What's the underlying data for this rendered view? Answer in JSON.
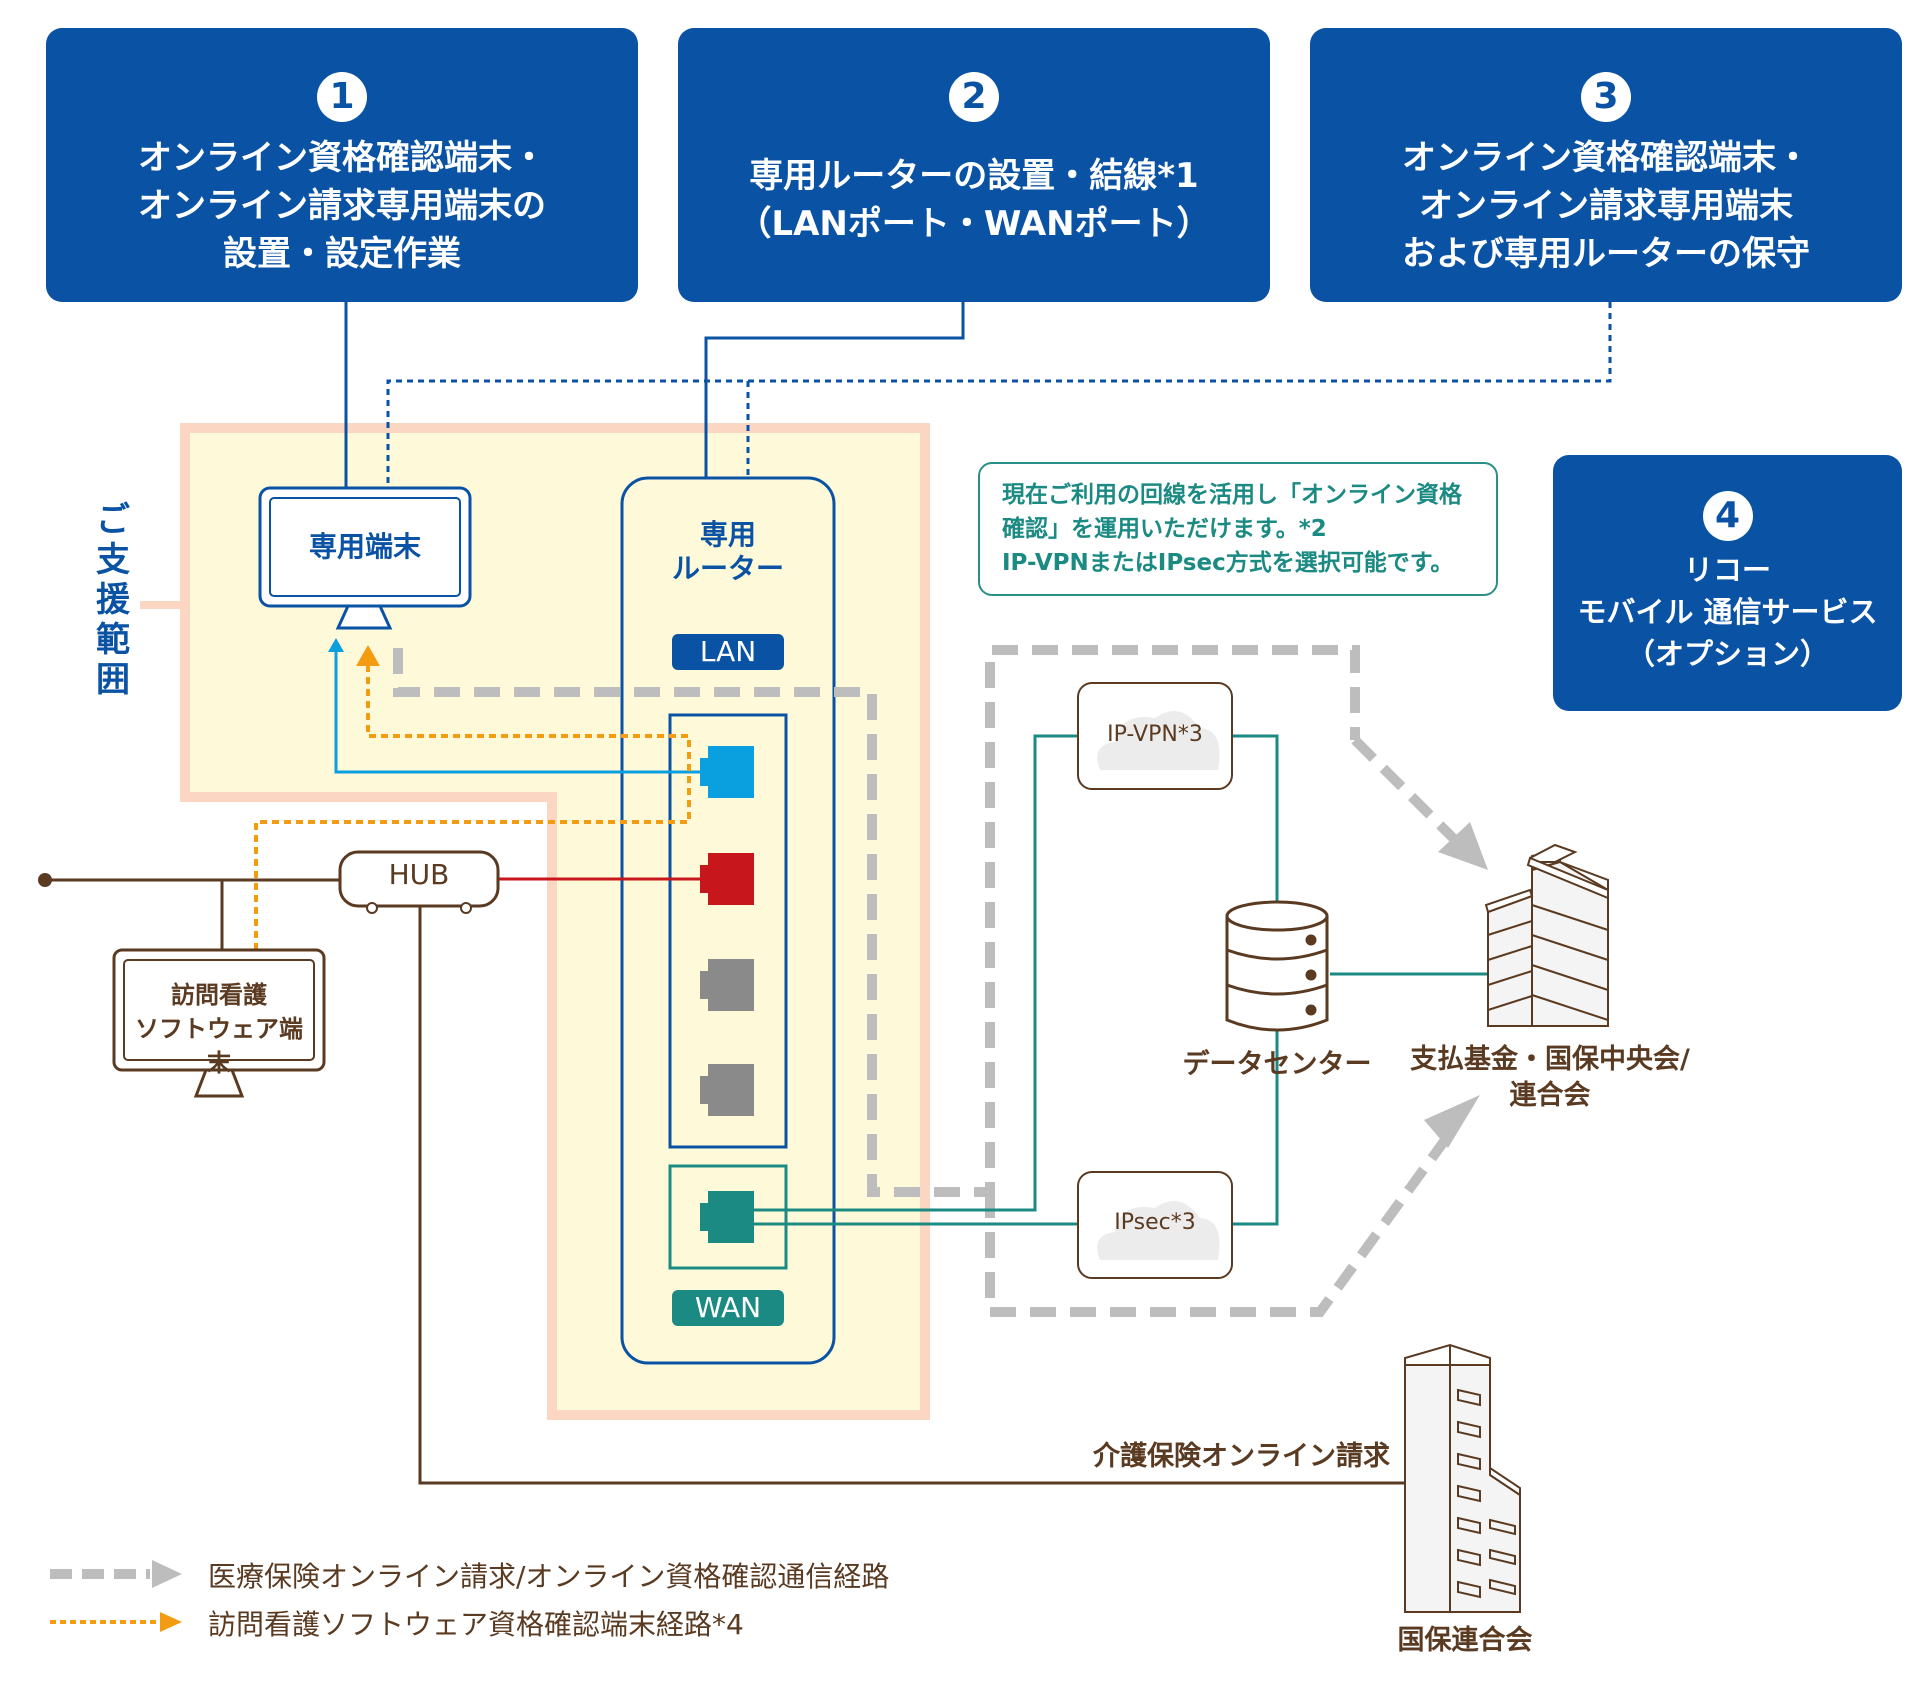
{
  "steps": [
    {
      "num": "1",
      "text": "オンライン資格確認端末・\nオンライン請求専用端末の\n設置・設定作業"
    },
    {
      "num": "2",
      "text": "専用ルーターの設置・結線*1\n（LANポート・WANポート）"
    },
    {
      "num": "3",
      "text": "オンライン資格確認端末・\nオンライン請求専用端末\nおよび専用ルーターの保守"
    },
    {
      "num": "4",
      "text": "リコー\nモバイル 通信サービス\n（オプション）"
    }
  ],
  "support_label": "ご\n支\n援\n範\n囲",
  "terminal_label": "専用端末",
  "router_label": "専用\nルーター",
  "lan_label": "LAN",
  "wan_label": "WAN",
  "hub_label": "HUB",
  "nursing_terminal_label": "訪問看護\nソフトウェア端末",
  "note_text": "現在ご利用の回線を活用し「オンライン資格\n確認」を運用いただけます。*2\nIP-VPNまたはIPsec方式を選択可能です。",
  "ipvpn_label": "IP-VPN*3",
  "ipsec_label": "IPsec*3",
  "datacenter_label": "データセンター",
  "fund_label": "支払基金・国保中央会/\n連合会",
  "kaigo_label": "介護保険オンライン請求",
  "kokuho_label": "国保連合会",
  "legend": [
    {
      "text": "医療保険オンライン請求/オンライン資格確認通信経路",
      "style": "gray-dash"
    },
    {
      "text": "訪問看護ソフトウェア資格確認端末経路*4",
      "style": "orange-dot"
    }
  ],
  "colors": {
    "blue": "#0a52a4",
    "teal": "#1a8a83",
    "orange": "#f39c12",
    "gray": "#bdbdbd",
    "brown": "#5a3a21",
    "red": "#c8161d",
    "cyan": "#0aa0e0",
    "yellow_fill": "#fef9d9",
    "pink_border": "#fbd7c3"
  }
}
